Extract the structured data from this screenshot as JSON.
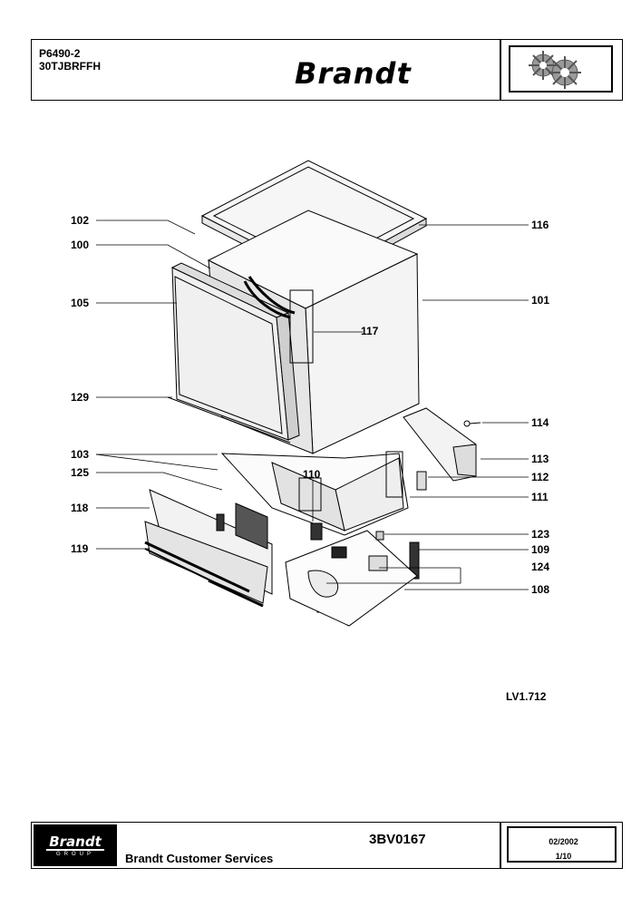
{
  "header": {
    "model_code": "P6490-2",
    "model_ref": "30TJBRFFH",
    "brand": "Brandt"
  },
  "callouts": [
    "102",
    "100",
    "105",
    "129",
    "103",
    "125",
    "118",
    "119",
    "116",
    "101",
    "117",
    "114",
    "113",
    "110",
    "112",
    "111",
    "123",
    "109",
    "124",
    "108"
  ],
  "drawing_ref": "LV1.712",
  "footer": {
    "brand": "Brandt",
    "group": "GROUP",
    "services": "Brandt Customer Services",
    "doc_code": "3BV0167",
    "date": "02/2002",
    "page": "1/10"
  }
}
